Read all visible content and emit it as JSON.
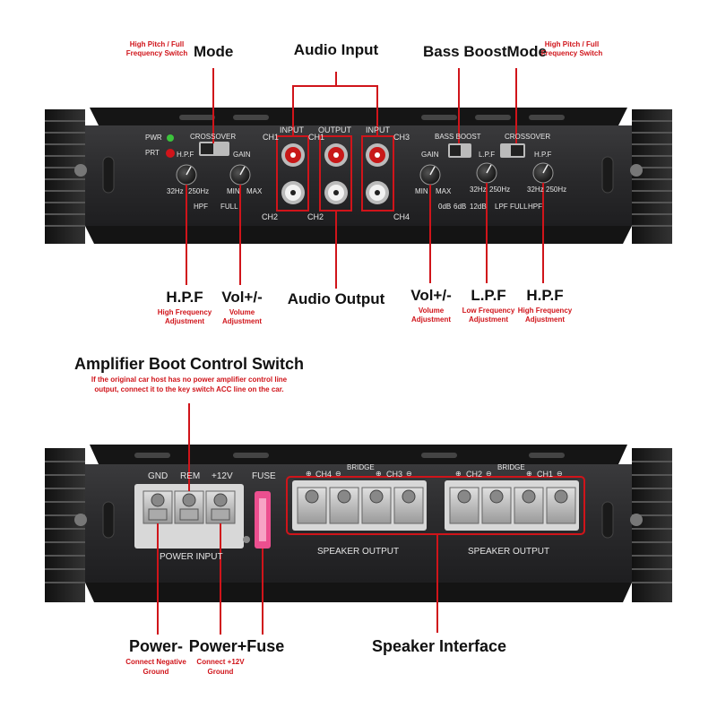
{
  "top_callouts": {
    "mode": {
      "title": "Mode",
      "desc": "High Pitch / Full Frequency Switch"
    },
    "audio_input": {
      "title": "Audio Input"
    },
    "bass_boost_mode": {
      "title": "Bass BoostMode",
      "desc": "High Pitch / Full Frequency Switch"
    },
    "hpf_left": {
      "title": "H.P.F",
      "desc": "High Frequency Adjustment"
    },
    "vol_left": {
      "title": "Vol+/-",
      "desc": "Volume Adjustment"
    },
    "audio_output": {
      "title": "Audio Output"
    },
    "vol_right": {
      "title": "Vol+/-",
      "desc": "Volume Adjustment"
    },
    "lpf": {
      "title": "L.P.F",
      "desc": "Low Frequency Adjustment"
    },
    "hpf_right": {
      "title": "H.P.F",
      "desc": "High Frequency Adjustment"
    }
  },
  "top_panel": {
    "pwr": "PWR",
    "prt": "PRT",
    "crossover_left": "CROSSOVER",
    "hpf_small": "H.P.F",
    "gain_left": "GAIN",
    "hz32_left": "32Hz",
    "hz250_left": "250Hz",
    "hpf_label_left": "HPF",
    "full_left": "FULL",
    "min_left": "MIN",
    "max_left": "MAX",
    "input_left": "INPUT",
    "ch1_a": "CH1",
    "output": "OUTPUT",
    "ch1_b": "CH1",
    "input_right": "INPUT",
    "ch3": "CH3",
    "ch2_a": "CH2",
    "ch2_b": "CH2",
    "ch4": "CH4",
    "bass_boost": "BASS BOOST",
    "crossover_right": "CROSSOVER",
    "gain_right": "GAIN",
    "lpf_small": "L.P.F",
    "hpf_small_right": "H.P.F",
    "min_right": "MIN",
    "max_right": "MAX",
    "db0": "0dB",
    "db6": "6dB",
    "db12": "12dB",
    "hz32_mid": "32Hz",
    "hz250_mid": "250Hz",
    "lpf_label": "LPF",
    "full_right": "FULL",
    "hpf_label_right": "HPF",
    "hz32_right": "32Hz",
    "hz250_right": "250Hz"
  },
  "middle": {
    "title": "Amplifier Boot Control Switch",
    "desc_line1": "If the original car host has no power amplifier control line",
    "desc_line2": "output, connect it to the key switch ACC line on the car."
  },
  "bottom_panel": {
    "gnd": "GND",
    "rem": "REM",
    "v12": "+12V",
    "fuse": "FUSE",
    "ch4": "CH4",
    "bridge_left": "BRIDGE",
    "ch3": "CH3",
    "ch2": "CH2",
    "bridge_right": "BRIDGE",
    "ch1": "CH1",
    "power_input": "POWER INPUT",
    "speaker_output_left": "SPEAKER OUTPUT",
    "speaker_output_right": "SPEAKER OUTPUT",
    "plus": "⊕",
    "minus": "⊖"
  },
  "bottom_callouts": {
    "power_minus": {
      "title": "Power-",
      "line1": "Connect Negative",
      "line2": "Ground"
    },
    "power_fuse": {
      "title": "Power+Fuse",
      "line1": "Connect +12V",
      "line2": "Ground"
    },
    "speaker_interface": {
      "title": "Speaker Interface"
    }
  },
  "colors": {
    "callout_red": "#d0141a",
    "panel_dark": "#2b2b2d",
    "fuse_pink": "#ec4f8f",
    "led_green": "#3cc43c",
    "rca_red": "#c81818"
  }
}
